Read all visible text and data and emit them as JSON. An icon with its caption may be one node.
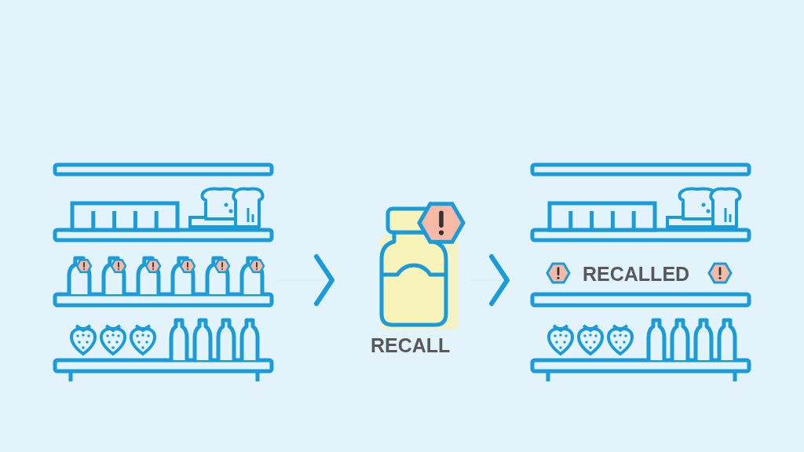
{
  "diagram": {
    "nodes": [
      {
        "text": [],
        "shape": "picture"
      },
      {
        "text": [
          "RECALL"
        ]
      },
      {
        "text": [
          "RECALLED"
        ]
      }
    ],
    "edges": [
      {
        "from": 0,
        "to": 1,
        "arrow": "to"
      },
      {
        "from": 1,
        "to": 2,
        "arrow": "to"
      }
    ]
  }
}
